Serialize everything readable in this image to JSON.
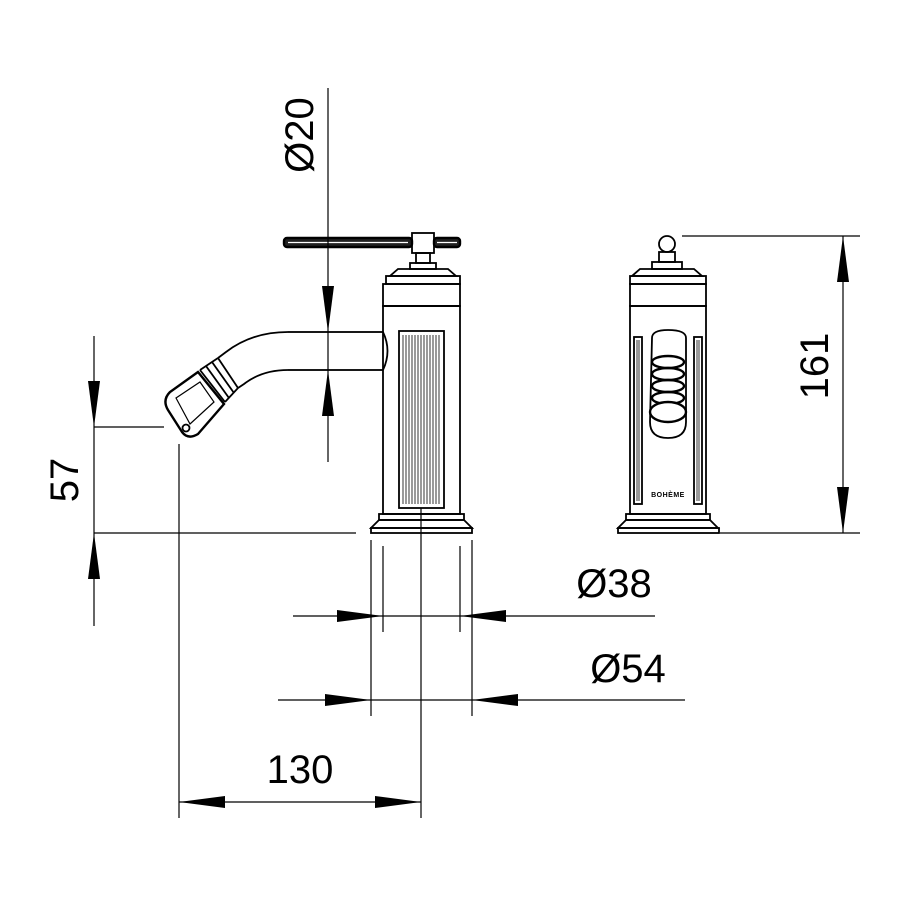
{
  "dimensions": {
    "handle_diameter": "Ø20",
    "spout_height": "57",
    "total_height": "161",
    "body_diameter": "Ø38",
    "base_diameter": "Ø54",
    "spout_reach": "130"
  },
  "brand_mark": "BOHÈME"
}
